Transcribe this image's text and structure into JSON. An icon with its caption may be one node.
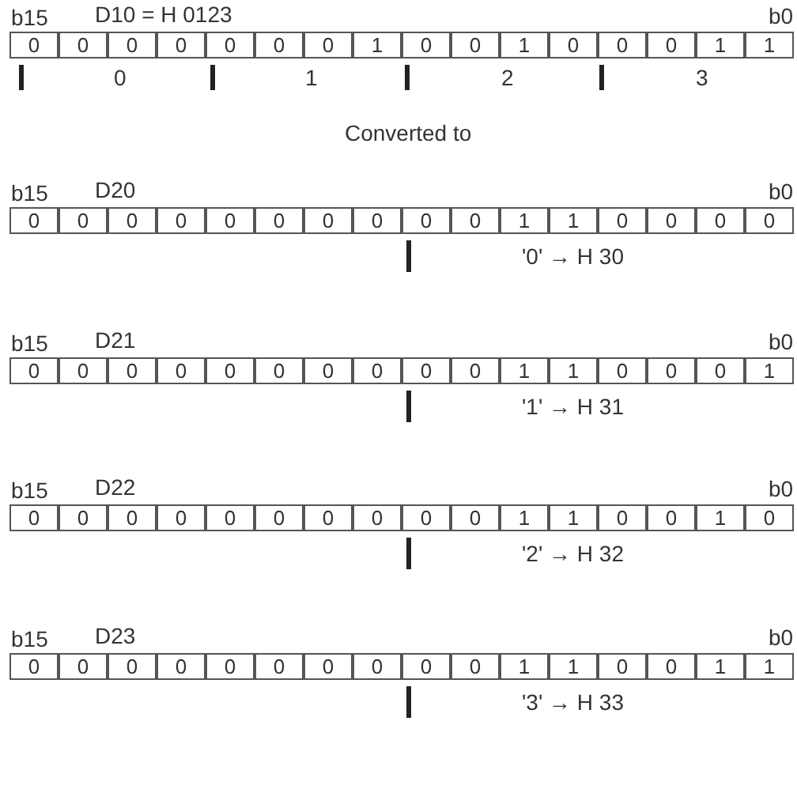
{
  "diagram": {
    "labels": [
      "b15",
      "D10 = H 0123",
      "b0",
      "0",
      "0",
      "0",
      "0",
      "0",
      "0",
      "0",
      "1",
      "0",
      "0",
      "1",
      "0",
      "0",
      "0",
      "1",
      "1",
      "0",
      "1",
      "2",
      "3",
      "Converted to",
      "b15",
      "D20",
      "b0",
      "0",
      "0",
      "0",
      "0",
      "0",
      "0",
      "0",
      "0",
      "0",
      "0",
      "1",
      "1",
      "0",
      "0",
      "0",
      "0",
      "'0' → H 30",
      "b15",
      "D21",
      "b0",
      "0",
      "0",
      "0",
      "0",
      "0",
      "0",
      "0",
      "0",
      "0",
      "0",
      "1",
      "1",
      "0",
      "0",
      "0",
      "1",
      "'1' → H 31",
      "b15",
      "D22",
      "b0",
      "0",
      "0",
      "0",
      "0",
      "0",
      "0",
      "0",
      "0",
      "0",
      "0",
      "1",
      "1",
      "0",
      "0",
      "1",
      "0",
      "'2' → H 32",
      "b15",
      "D23",
      "b0",
      "0",
      "0",
      "0",
      "0",
      "0",
      "0",
      "0",
      "0",
      "0",
      "0",
      "1",
      "1",
      "0",
      "0",
      "1",
      "1",
      "'3' → H 33"
    ]
  }
}
